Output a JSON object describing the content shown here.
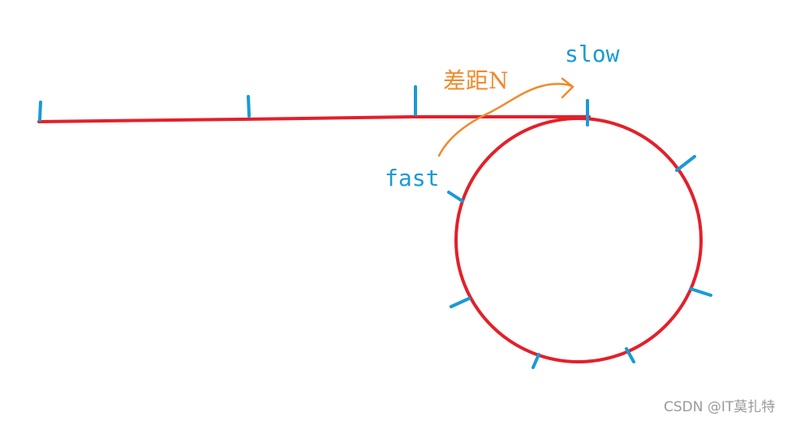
{
  "labels": {
    "slow": "slow",
    "fast": "fast",
    "gap": "差距N"
  },
  "watermark": "CSDN @IT莫扎特",
  "colors": {
    "path": "#e3202a",
    "tick": "#1a9ad6",
    "arrow": "#f08a2c",
    "pointer_text": "#1a9ad6",
    "gap_text": "#f08a2c",
    "watermark_text": "#9a9a9a"
  }
}
